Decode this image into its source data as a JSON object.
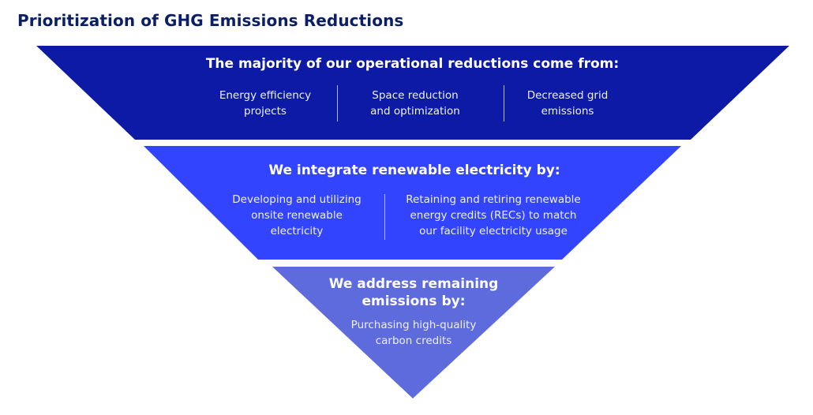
{
  "title": "Prioritization of GHG Emissions Reductions",
  "colors": {
    "title": "#0b1f66",
    "tier1": "#0d1aa5",
    "tier2": "#3344ff",
    "tier3": "#5e6bdd"
  },
  "tiers": [
    {
      "heading": "The majority of our operational reductions come from:",
      "items": [
        {
          "line1": "Energy efficiency",
          "line2": "projects"
        },
        {
          "line1": "Space reduction",
          "line2": "and optimization"
        },
        {
          "line1": "Decreased grid",
          "line2": "emissions"
        }
      ]
    },
    {
      "heading": "We integrate renewable electricity by:",
      "items": [
        {
          "line1": "Developing and utilizing",
          "line2": "onsite renewable",
          "line3": "electricity"
        },
        {
          "line1": "Retaining and retiring renewable",
          "line2": "energy credits (RECs) to match",
          "line3": "our facility electricity usage"
        }
      ]
    },
    {
      "heading_line1": "We address remaining",
      "heading_line2": "emissions by:",
      "items": [
        {
          "line1": "Purchasing high-quality",
          "line2": "carbon credits"
        }
      ]
    }
  ]
}
